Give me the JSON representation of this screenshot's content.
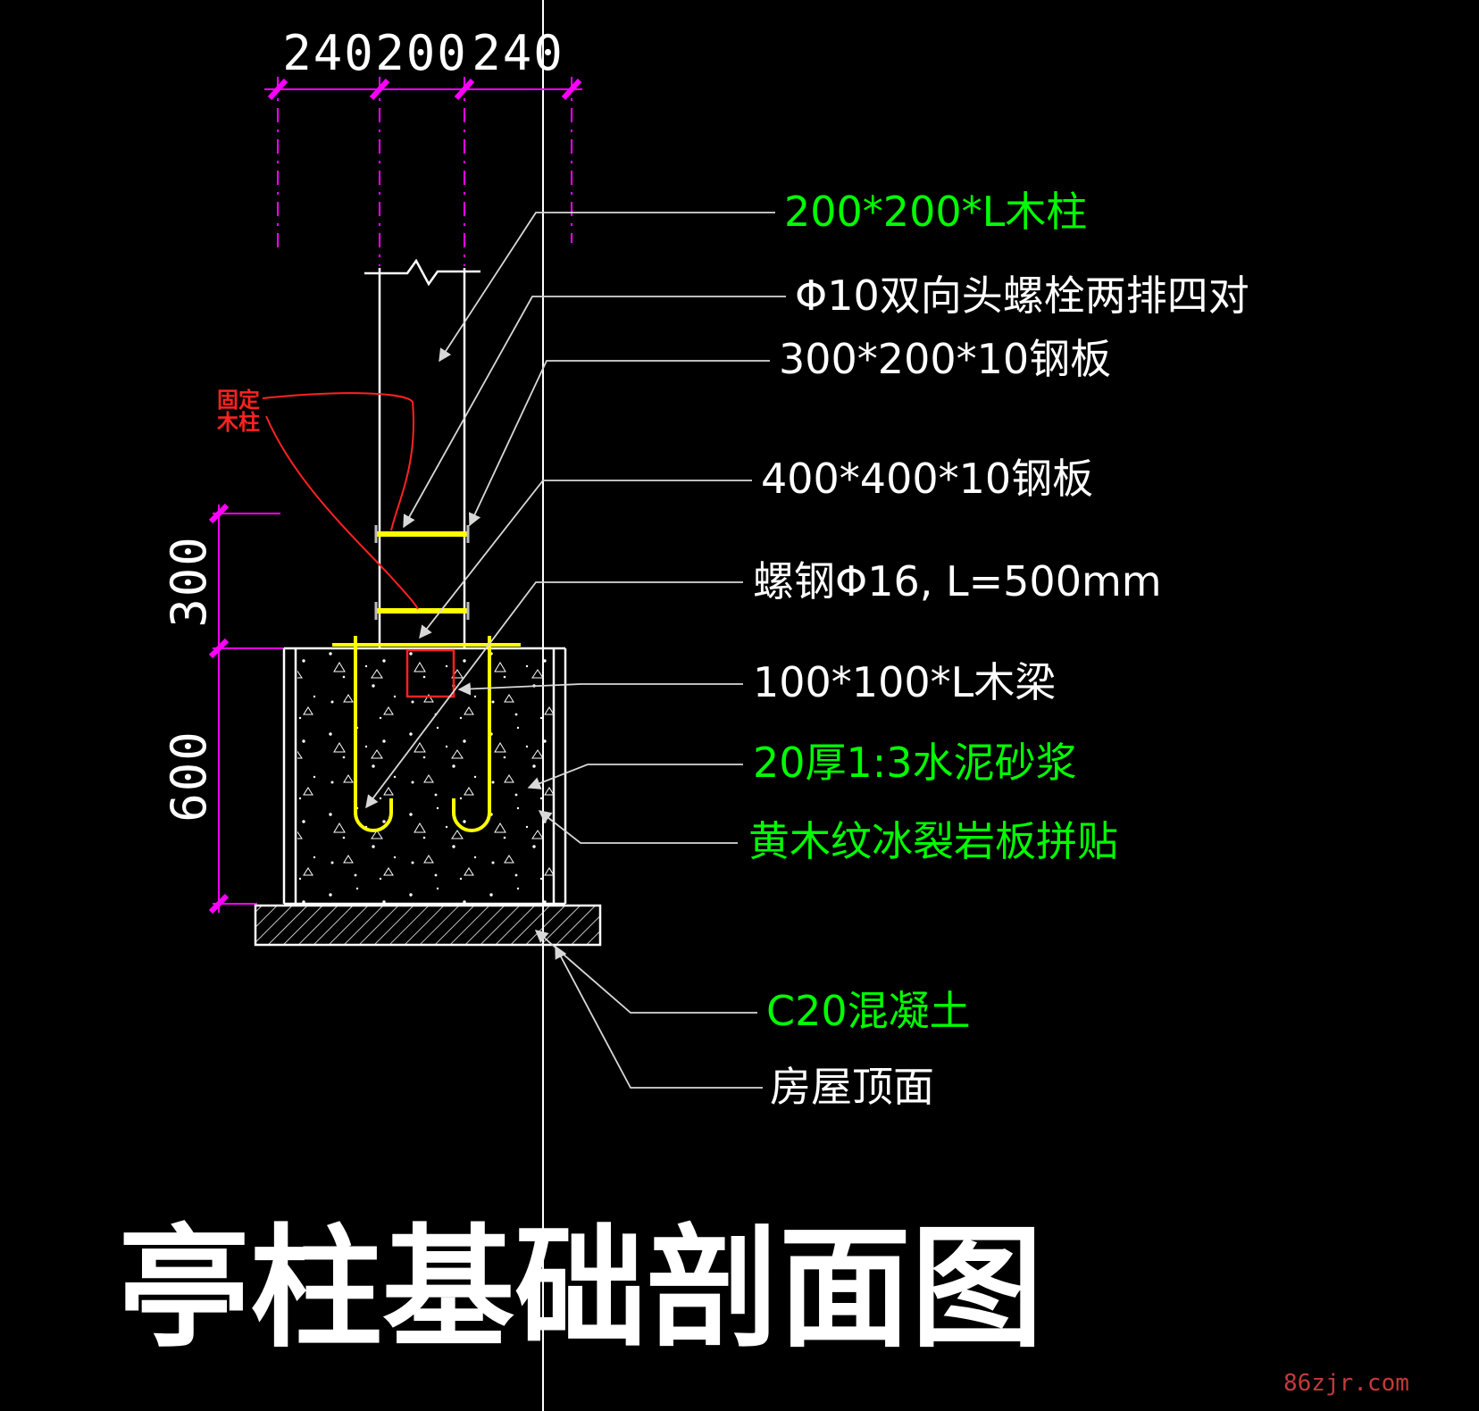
{
  "title": "亭柱基础剖面图",
  "watermark": "86zjr.com",
  "colors": {
    "background": "#000000",
    "line": "#ffffff",
    "dimension": "#ff00ff",
    "steel": "#ffff00",
    "highlight": "#ff2222",
    "label_green": "#00ff00",
    "label_white": "#ffffff",
    "leader": "#d8d8d8",
    "watermark_red": "#c23b3b"
  },
  "dimensions": {
    "top": [
      "240",
      "200",
      "240"
    ],
    "left": [
      "300",
      "600"
    ]
  },
  "callout": {
    "text": "固定木柱"
  },
  "annotations": [
    {
      "text": "200*200*L木柱",
      "color": "green"
    },
    {
      "text": "Φ10双向头螺栓两排四对",
      "color": "white"
    },
    {
      "text": "300*200*10钢板",
      "color": "white"
    },
    {
      "text": "400*400*10钢板",
      "color": "white"
    },
    {
      "text": "螺钢Φ16, L=500mm",
      "color": "white"
    },
    {
      "text": "100*100*L木梁",
      "color": "white"
    },
    {
      "text": "20厚1:3水泥砂浆",
      "color": "green"
    },
    {
      "text": "黄木纹冰裂岩板拼贴",
      "color": "green"
    },
    {
      "text": "C20混凝土",
      "color": "green"
    },
    {
      "text": "房屋顶面",
      "color": "white"
    }
  ]
}
